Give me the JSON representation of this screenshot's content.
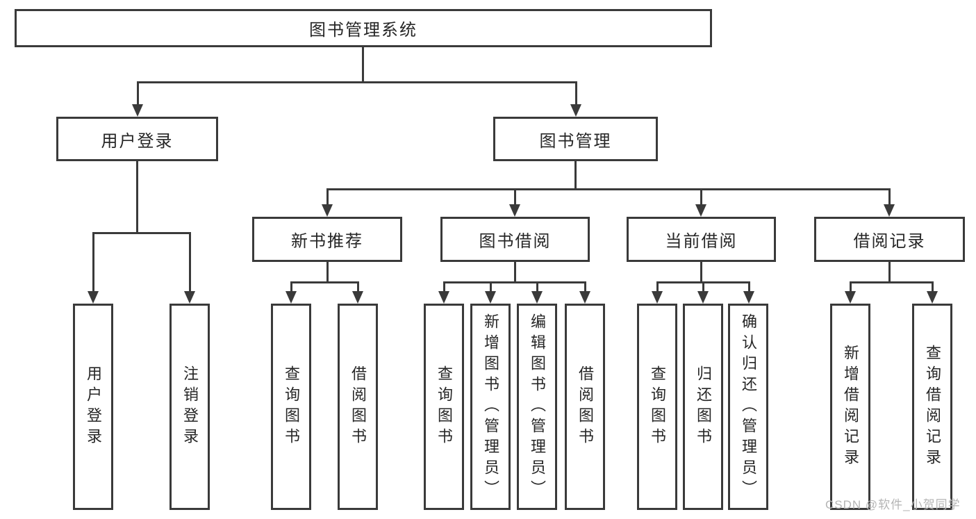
{
  "tree": {
    "root": "图书管理系统",
    "children": [
      {
        "label": "用户登录",
        "children": [
          "用户登录",
          "注销登录"
        ]
      },
      {
        "label": "图书管理",
        "children": [
          {
            "label": "新书推荐",
            "children": [
              "查询图书",
              "借阅图书"
            ]
          },
          {
            "label": "图书借阅",
            "children": [
              "查询图书",
              "新增图书（管理员）",
              "编辑图书（管理员）",
              "借阅图书"
            ]
          },
          {
            "label": "当前借阅",
            "children": [
              "查询图书",
              "归还图书",
              "确认归还（管理员）"
            ]
          },
          {
            "label": "借阅记录",
            "children": [
              "新增借阅记录",
              "查询借阅记录"
            ]
          }
        ]
      }
    ]
  },
  "watermark": {
    "text": "CSDN @软件_小贺同学"
  },
  "colors": {
    "line": "#3a3a3a",
    "text": "#262626",
    "watermark_text": "#b5b5b5",
    "background": "#ffffff"
  }
}
